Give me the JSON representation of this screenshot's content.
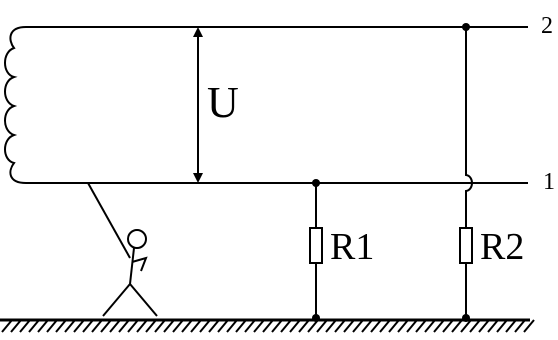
{
  "diagram": {
    "voltage_label": "U",
    "terminal_top_label": "2",
    "terminal_bottom_label": "1",
    "resistor_1_label": "R1",
    "resistor_2_label": "R2"
  },
  "colors": {
    "line": "#000000",
    "background": "#ffffff"
  }
}
